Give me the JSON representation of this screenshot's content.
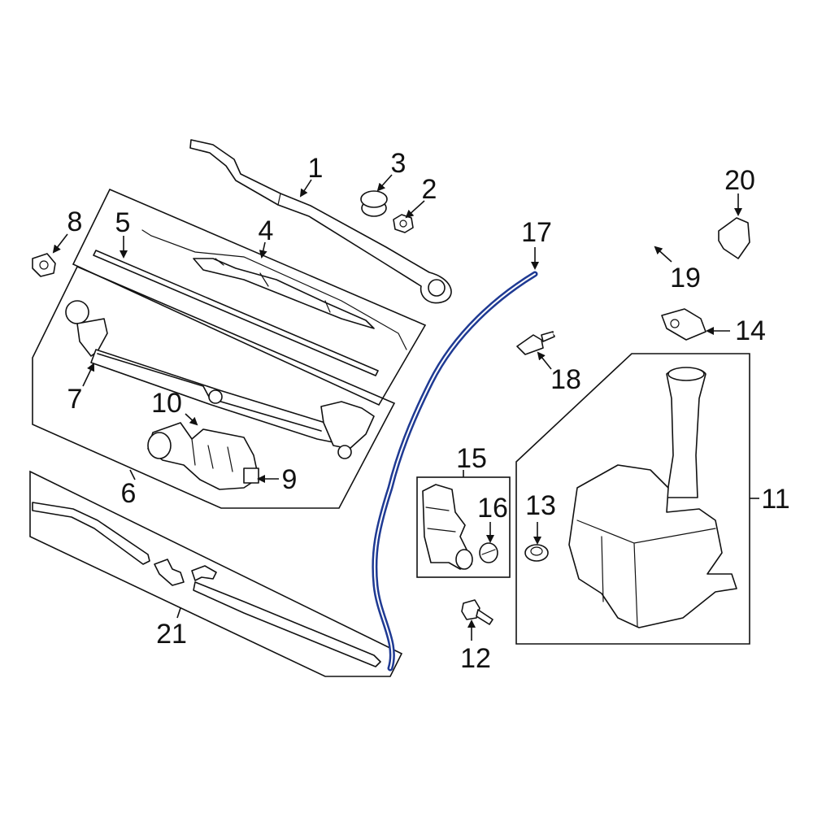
{
  "colors": {
    "highlight": "#1f3a93",
    "line": "#111111",
    "background": "#ffffff"
  },
  "callouts": {
    "c1": "1",
    "c2": "2",
    "c3": "3",
    "c4": "4",
    "c5": "5",
    "c6": "6",
    "c7": "7",
    "c8": "8",
    "c9": "9",
    "c10": "10",
    "c11": "11",
    "c12": "12",
    "c13": "13",
    "c14": "14",
    "c15": "15",
    "c16": "16",
    "c17": "17",
    "c18": "18",
    "c19": "19",
    "c20": "20",
    "c21": "21"
  },
  "highlighted_part": "17"
}
